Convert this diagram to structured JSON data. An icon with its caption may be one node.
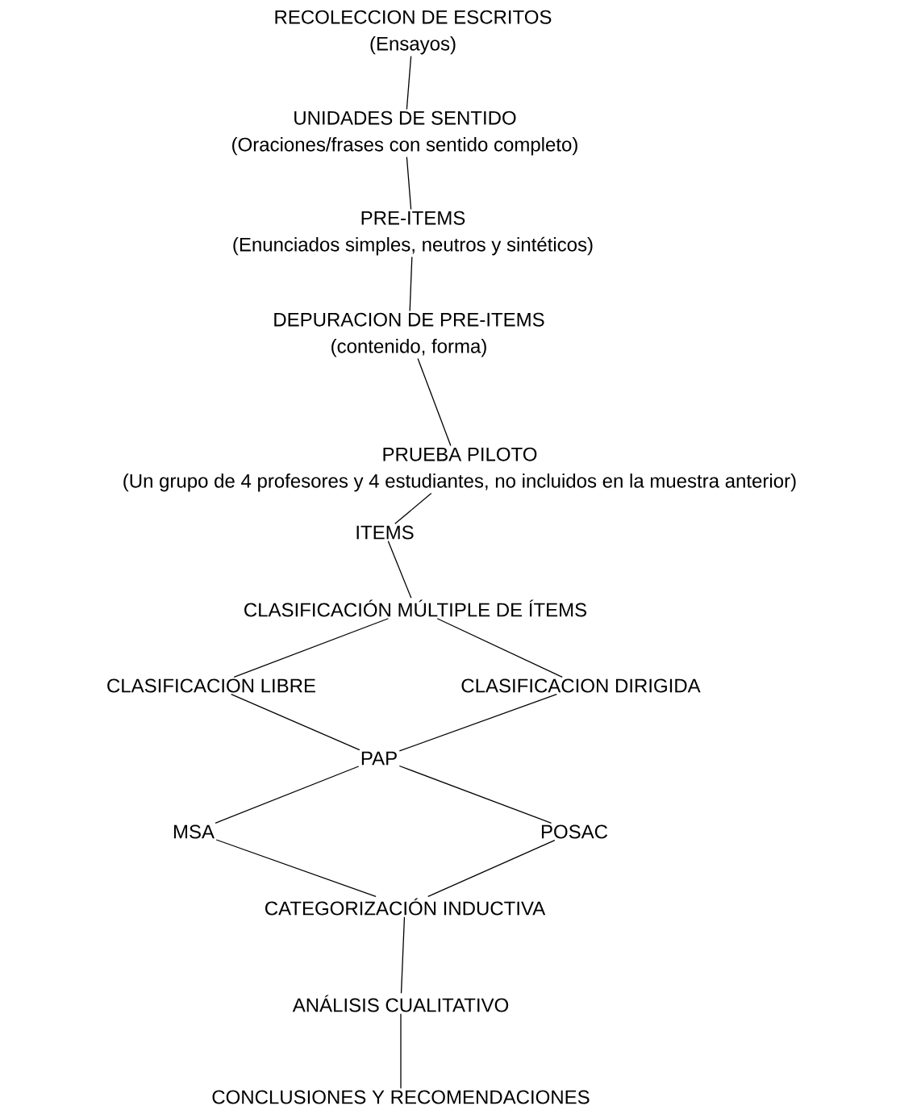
{
  "diagram": {
    "nodes": [
      {
        "text": [
          "RECOLECCION DE ESCRITOS",
          "(Ensayos)"
        ]
      },
      {
        "text": [
          "UNIDADES DE SENTIDO",
          "(Oraciones/frases con sentido completo)"
        ]
      },
      {
        "text": [
          "PRE-ITEMS",
          "(Enunciados simples, neutros y sintéticos)"
        ]
      },
      {
        "text": [
          "DEPURACION DE PRE-ITEMS",
          "(contenido, forma)"
        ]
      },
      {
        "text": [
          "PRUEBA PILOTO",
          "(Un grupo de 4 profesores y 4 estudiantes, no incluidos en la muestra anterior)"
        ]
      },
      {
        "text": [
          "ITEMS"
        ]
      },
      {
        "text": [
          "CLASIFICACIÓN MÚLTIPLE DE ÍTEMS"
        ]
      },
      {
        "text": [
          "CLASIFICACION LIBRE"
        ]
      },
      {
        "text": [
          "CLASIFICACION DIRIGIDA"
        ]
      },
      {
        "text": [
          "PAP"
        ]
      },
      {
        "text": [
          "MSA"
        ]
      },
      {
        "text": [
          "POSAC"
        ]
      },
      {
        "text": [
          "CATEGORIZACIÓN INDUCTIVA"
        ]
      },
      {
        "text": [
          "ANÁLISIS CUALITATIVO"
        ]
      },
      {
        "text": [
          "CONCLUSIONES Y RECOMENDACIONES"
        ]
      }
    ],
    "edges": [
      {
        "from": 0,
        "to": 1,
        "arrow": "none"
      },
      {
        "from": 1,
        "to": 2,
        "arrow": "none"
      },
      {
        "from": 2,
        "to": 3,
        "arrow": "none"
      },
      {
        "from": 3,
        "to": 4,
        "arrow": "none"
      },
      {
        "from": 4,
        "to": 5,
        "arrow": "none"
      },
      {
        "from": 5,
        "to": 6,
        "arrow": "none"
      },
      {
        "from": 6,
        "to": 7,
        "arrow": "none"
      },
      {
        "from": 6,
        "to": 8,
        "arrow": "none"
      },
      {
        "from": 7,
        "to": 9,
        "arrow": "none"
      },
      {
        "from": 8,
        "to": 9,
        "arrow": "none"
      },
      {
        "from": 9,
        "to": 10,
        "arrow": "none"
      },
      {
        "from": 9,
        "to": 11,
        "arrow": "none"
      },
      {
        "from": 10,
        "to": 12,
        "arrow": "none"
      },
      {
        "from": 11,
        "to": 12,
        "arrow": "none"
      },
      {
        "from": 12,
        "to": 13,
        "arrow": "none"
      },
      {
        "from": 13,
        "to": 14,
        "arrow": "none"
      }
    ]
  }
}
